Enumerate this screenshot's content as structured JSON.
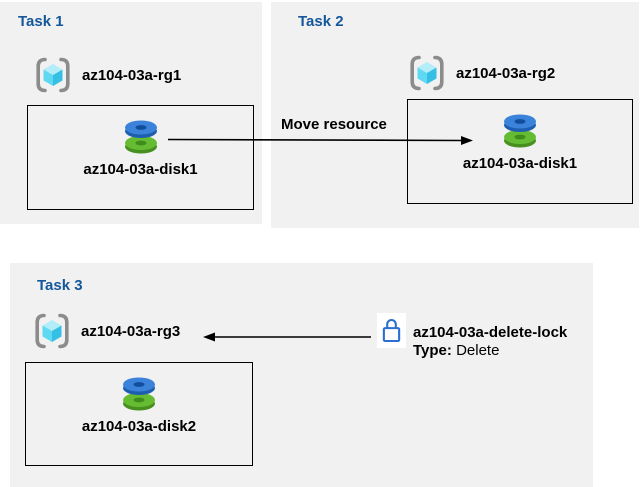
{
  "colors": {
    "panel_bg": "#F1F1F2",
    "task_title_blue": "#15579B",
    "line_black": "#000000",
    "lock_outline_blue": "#2B6FD0",
    "disk_blue": "#3A82DA",
    "disk_green": "#65BC33",
    "cube_cyan": "#5FD9F2",
    "bracket_gray": "#8C8C8C"
  },
  "tasks": [
    {
      "title": "Task 1",
      "resource_group": "az104-03a-rg1",
      "resource": "az104-03a-disk1"
    },
    {
      "title": "Task 2",
      "resource_group": "az104-03a-rg2",
      "resource": "az104-03a-disk1"
    },
    {
      "title": "Task 3",
      "resource_group": "az104-03a-rg3",
      "resource": "az104-03a-disk2"
    }
  ],
  "move_arrow": {
    "label": "Move resource"
  },
  "lock": {
    "name": "az104-03a-delete-lock",
    "type_label": "Type:",
    "type_value": "Delete"
  },
  "icons": [
    "resource-group-icon",
    "managed-disk-icon",
    "lock-icon",
    "move-arrow-right",
    "lock-arrow-left"
  ]
}
